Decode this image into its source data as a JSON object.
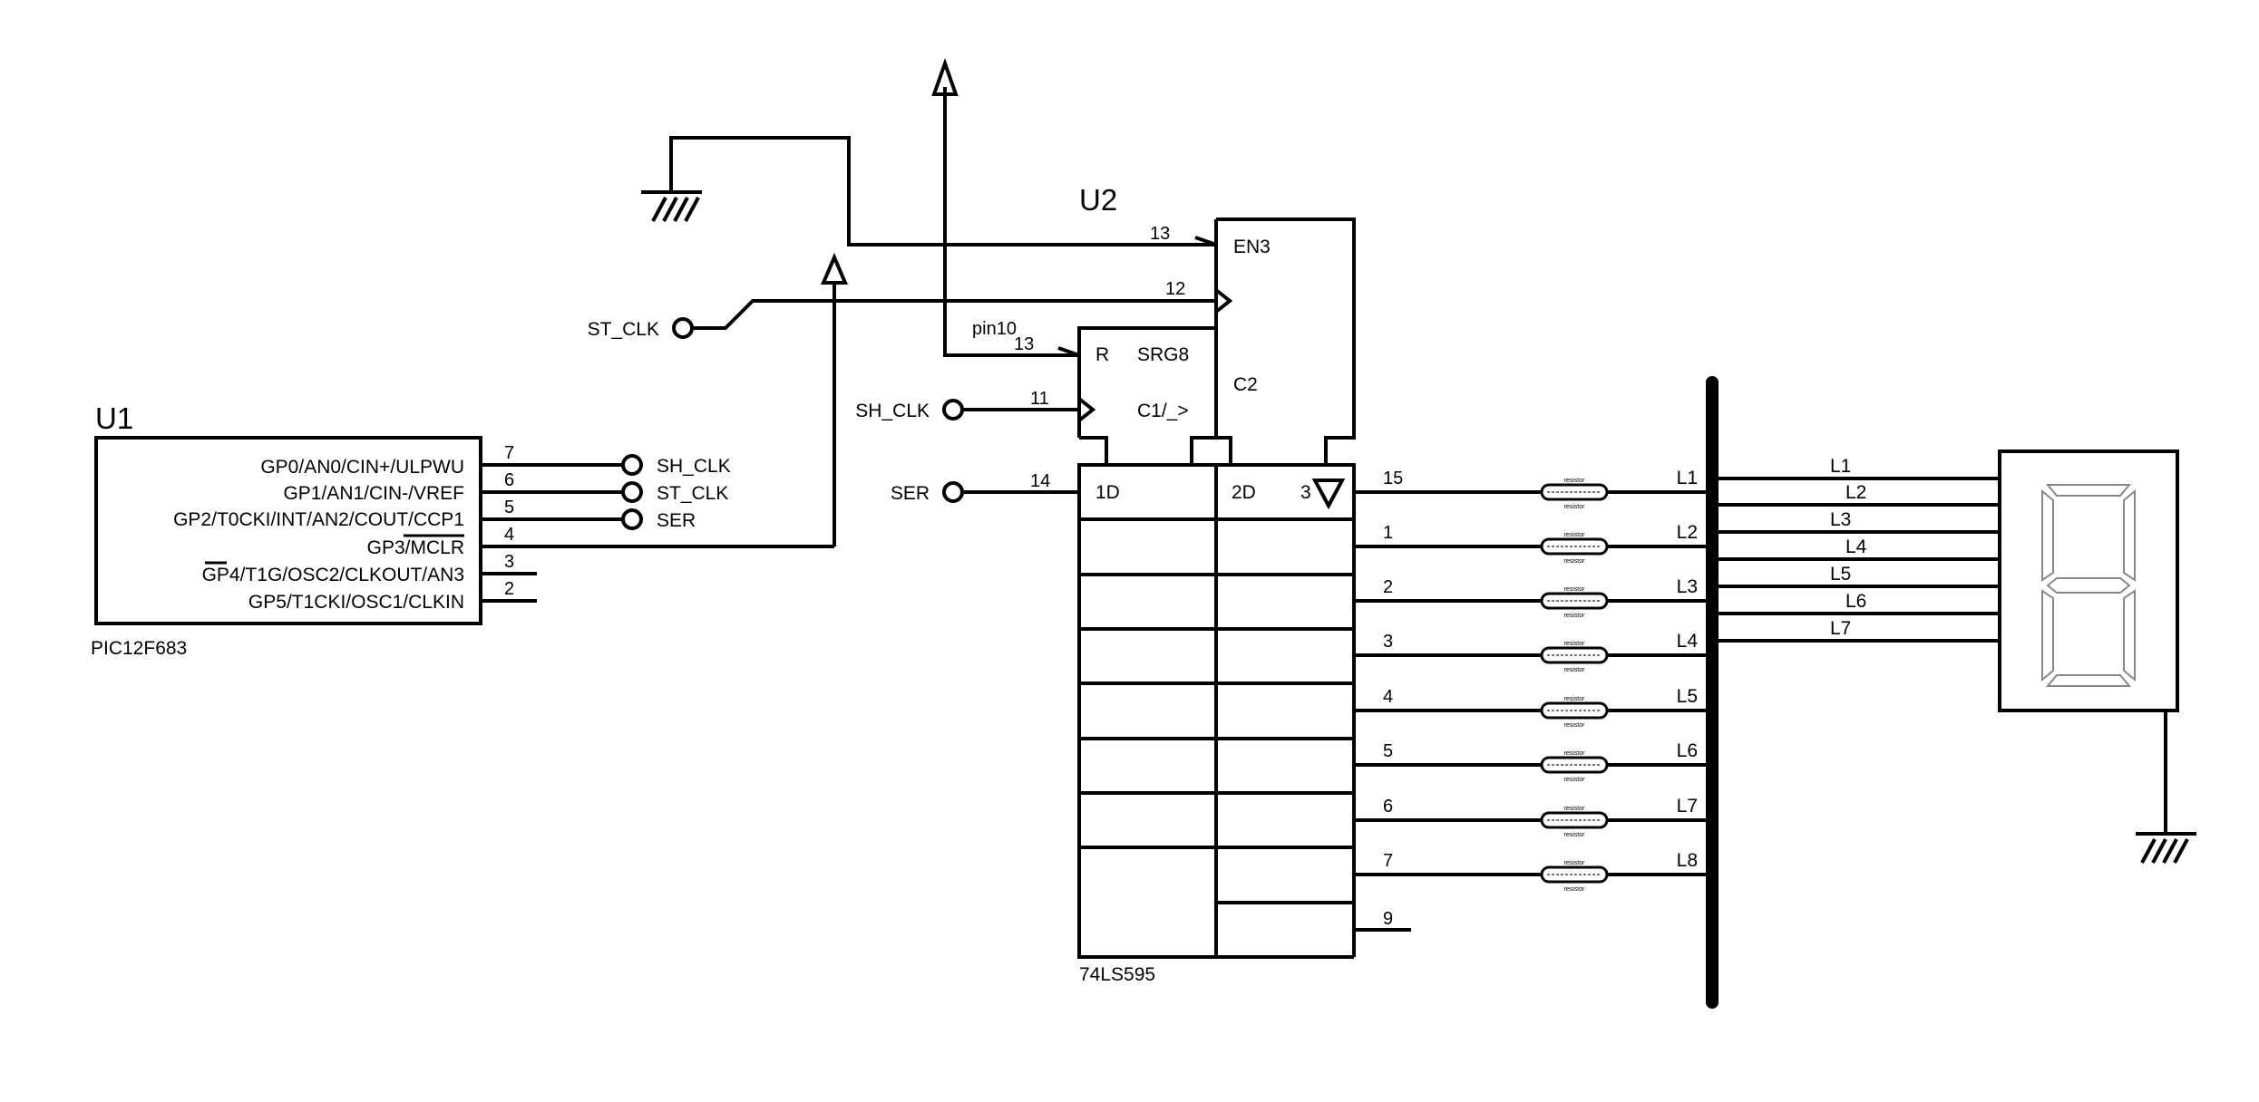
{
  "u1": {
    "ref": "U1",
    "part": "PIC12F683",
    "pins": [
      {
        "name": "GP0/AN0/CIN+/ULPWU",
        "num": "7"
      },
      {
        "name": "GP1/AN1/CIN-/VREF",
        "num": "6"
      },
      {
        "name": "GP2/T0CKI/INT/AN2/COUT/CCP1",
        "num": "5"
      },
      {
        "name": "GP3/MCLR",
        "num": "4"
      },
      {
        "name": "GP4/T1G/OSC2/CLKOUT/AN3",
        "num": "3"
      },
      {
        "name": "GP5/T1CKI/OSC1/CLKIN",
        "num": "2"
      }
    ],
    "ports": [
      "SH_CLK",
      "ST_CLK",
      "SER"
    ]
  },
  "u2": {
    "ref": "U2",
    "part": "74LS595",
    "en": "EN3",
    "reset": "R",
    "srg": "SRG8",
    "c2": "C2",
    "c1": "C1/_>",
    "d1": "1D",
    "d2": "2D",
    "out3": "3",
    "pin_en": "13",
    "pin_stclk": "12",
    "pin_reset": "13",
    "pin_reset_label": "pin10",
    "pin_shclk": "11",
    "pin_ser": "14",
    "pin_gnd": "9",
    "outputs": [
      "15",
      "1",
      "2",
      "3",
      "4",
      "5",
      "6",
      "7"
    ],
    "ports": [
      "ST_CLK",
      "SH_CLK",
      "SER"
    ]
  },
  "resistor_text": "resistor",
  "bus_left": [
    "L1",
    "L2",
    "L3",
    "L4",
    "L5",
    "L6",
    "L7",
    "L8"
  ],
  "bus_right": [
    "L1",
    "L2",
    "L3",
    "L4",
    "L5",
    "L6",
    "L7"
  ]
}
